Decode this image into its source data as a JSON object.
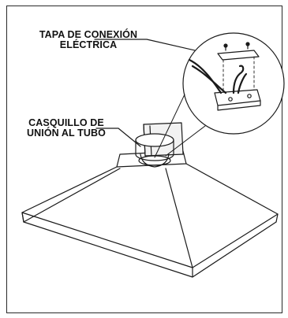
{
  "labels": {
    "electrical_cover": {
      "line1": "TAPA DE CONEXIÓN",
      "line2": "ELÉCTRICA"
    },
    "duct_collar": {
      "line1": "CASQUILLO DE",
      "line2": "UNIÓN AL TUBO"
    }
  },
  "colors": {
    "line": "#1a1a1a",
    "background": "#ffffff",
    "shade": "#e8e8e8"
  },
  "icons": [
    "screw-icon",
    "wire-bundle-icon",
    "junction-box-icon"
  ]
}
